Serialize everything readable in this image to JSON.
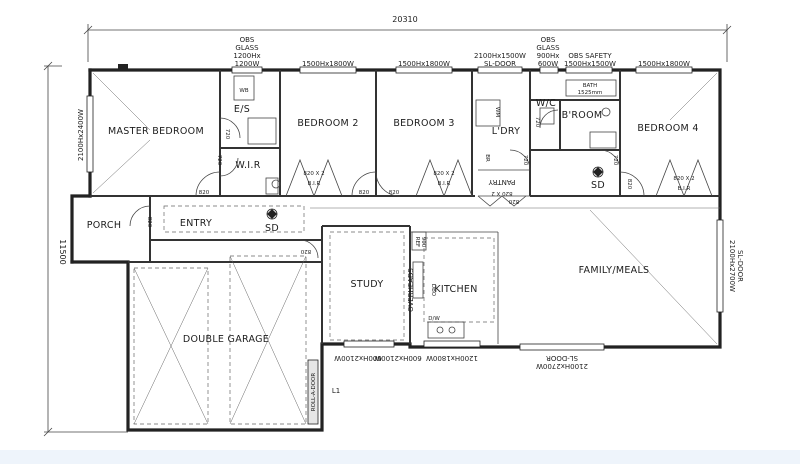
{
  "dimensions": {
    "overall_width": "20310",
    "overall_depth": "11500"
  },
  "rooms": {
    "master_bedroom": "MASTER BEDROOM",
    "ensuite": "E/S",
    "wir": "W.I.R",
    "bedroom2": "BEDROOM 2",
    "bedroom3": "BEDROOM 3",
    "laundry": "L'DRY",
    "wc": "W/C",
    "bathroom": "B'ROOM",
    "bedroom4": "BEDROOM 4",
    "porch": "PORCH",
    "entry": "ENTRY",
    "study": "STUDY",
    "kitchen": "KITCHEN",
    "family_meals": "FAMILY/MEALS",
    "double_garage": "DOUBLE GARAGE",
    "pantry": "PANTRY"
  },
  "windows": {
    "master_side": "2100Hx2400W",
    "ens_obs_line1": "OBS",
    "ens_obs_line2": "GLASS",
    "ens_obs_line3": "1200Hx",
    "ens_obs_line4": "1200W",
    "bed2": "1500Hx1800W",
    "bed3": "1500Hx1800W",
    "ldry_door_line1": "2100Hx1500W",
    "ldry_door_line2": "SL-DOOR",
    "wc_obs_line1": "OBS",
    "wc_obs_line2": "GLASS",
    "wc_obs_line3": "900Hx",
    "wc_obs_line4": "600W",
    "bath_obs": "OBS SAFETY",
    "bath_size": "1500Hx1500W",
    "bed4": "1500Hx1800W",
    "family_side_line1": "2100Hx2700W",
    "family_side_line2": "SL-DOOR",
    "rear_sl_line1": "SL-DOOR",
    "rear_sl_line2": "2100Hx2700W",
    "kitchen_rear": "1200Hx1800W",
    "study_rear_line1": "600Hx2100W",
    "study_rear_line2": "600Hx2100W"
  },
  "fixtures": {
    "bir_bed2_line1": "820 X 2",
    "bir_bed2_line2": "B.I.R",
    "bir_bed3_line1": "820 X 2",
    "bir_bed3_line2": "B.I.R",
    "bir_bed4_line1": "820 X 2",
    "bir_bed4_line2": "B.I.R",
    "pantry_size": "820 X 2",
    "bath_label": "BATH",
    "bath_size": "1525mm",
    "wm": "WM",
    "ref": "REF",
    "ref_size": "900",
    "overheads": "OVERHEADS",
    "dw": "D/W",
    "sd_entry": "SD",
    "sd_bed": "SD",
    "roll_door": "ROLL-A-DOOR",
    "l1": "L1",
    "br": "BR",
    "dbo": "DBO",
    "wb": "WB"
  },
  "doors": {
    "d_master": "820",
    "d_ens": "720",
    "d_wir": "720",
    "d_bed2": "820",
    "d_bed3": "820",
    "d_ldry": "720",
    "d_wc": "720",
    "d_bath": "720",
    "d_bed4": "820",
    "d_porch": "820",
    "d_garage": "820",
    "d_pantry": "820"
  }
}
